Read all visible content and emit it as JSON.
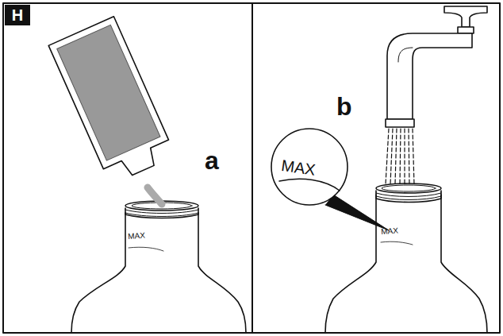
{
  "diagram": {
    "nodes": [
      {
        "text": [
          "H"
        ]
      }
    ],
    "labels": [
      "MAX",
      "a",
      "b",
      "MAX",
      "MAX"
    ]
  }
}
